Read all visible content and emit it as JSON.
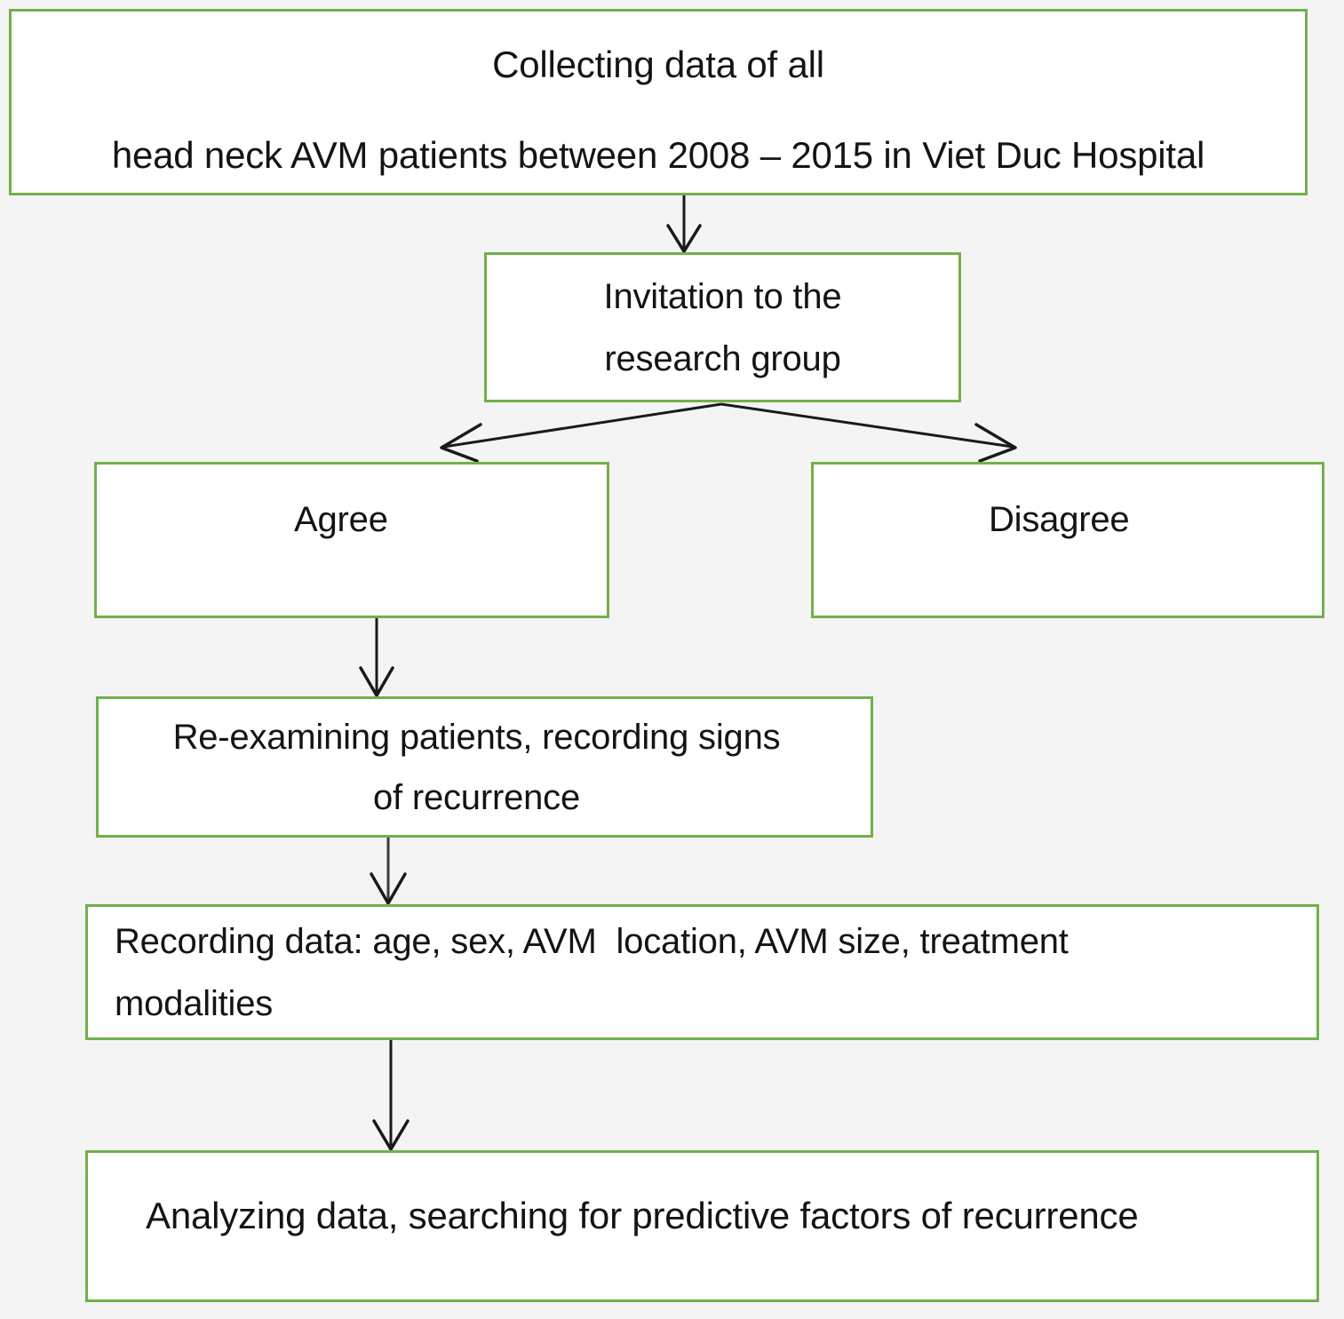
{
  "diagram": {
    "title": "Study flowchart of head neck AVM patients",
    "background_color": "#f4f4f4",
    "box_border_color": "#72b04a",
    "box_fill_color": "#ffffff",
    "text_color": "#141414",
    "connector_color": "#1a1a1a"
  },
  "nodes": {
    "collecting": {
      "id": "collecting-data",
      "line_a": "Collecting data of all",
      "line_b": "head neck AVM patients between 2008 – 2015 in Viet Duc Hospital"
    },
    "invitation": {
      "id": "invitation-research-group",
      "line_a": "Invitation to the",
      "line_b": "research group"
    },
    "agree": {
      "id": "agree",
      "line_a": "Agree"
    },
    "disagree": {
      "id": "disagree",
      "line_a": "Disagree"
    },
    "reexamining": {
      "id": "re-examining-patients",
      "line_a": "Re-examining patients, recording signs",
      "line_b": "of recurrence"
    },
    "recording": {
      "id": "recording-data",
      "line_a": "Recording data: age, sex, AVM  location, AVM size, treatment",
      "line_b": "modalities"
    },
    "analyzing": {
      "id": "analyzing-data",
      "line_a": "Analyzing data, searching for predictive factors of recurrence"
    }
  },
  "connectors": [
    {
      "name": "collecting-to-invitation",
      "from": "collecting",
      "to": "invitation",
      "style": "arrow-down"
    },
    {
      "name": "invitation-to-agree",
      "from": "invitation",
      "to": "agree",
      "style": "arrow-diagonal-left"
    },
    {
      "name": "invitation-to-disagree",
      "from": "invitation",
      "to": "disagree",
      "style": "arrow-diagonal-right"
    },
    {
      "name": "agree-to-reexamining",
      "from": "agree",
      "to": "reexamining",
      "style": "arrow-down"
    },
    {
      "name": "reexamining-to-recording",
      "from": "reexamining",
      "to": "recording",
      "style": "arrow-down"
    },
    {
      "name": "recording-to-analyzing",
      "from": "recording",
      "to": "analyzing",
      "style": "arrow-down"
    }
  ]
}
